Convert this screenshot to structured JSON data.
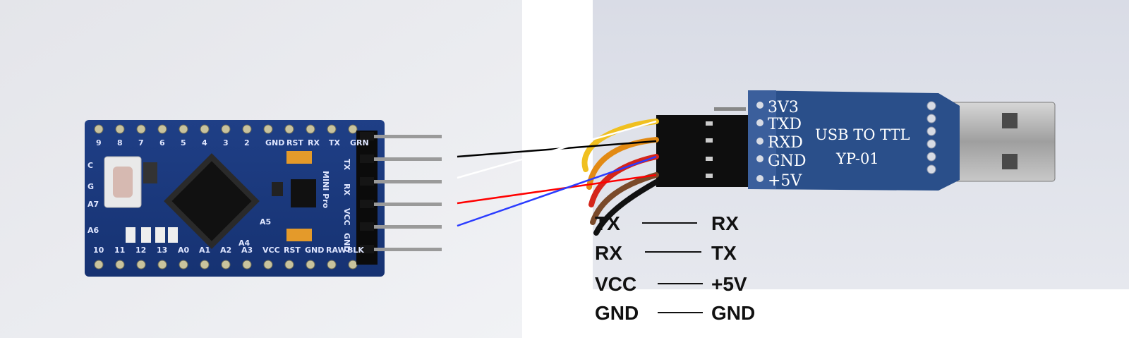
{
  "arduino": {
    "top_pins": [
      "9",
      "8",
      "7",
      "6",
      "5",
      "4",
      "3",
      "2",
      "GND",
      "RST",
      "RX",
      "TX",
      "GRN"
    ],
    "bottom_pins": [
      "10",
      "11",
      "12",
      "13",
      "A0",
      "A1",
      "A2",
      "A3",
      "VCC",
      "RST",
      "GND",
      "RAW",
      "BLK"
    ],
    "side_pins": [
      "TX",
      "RX",
      "VCC",
      "GND"
    ],
    "left_labels": [
      "C",
      "G",
      "A7",
      "A6"
    ],
    "inner_labels": [
      "A4",
      "A5"
    ],
    "board_name": "MINI Pro"
  },
  "usb_adapter": {
    "pins": [
      "3V3",
      "TXD",
      "RXD",
      "GND",
      "+5V"
    ],
    "title": "USB TO TTL",
    "model": "YP-01"
  },
  "wires": {
    "colors": [
      "#000000",
      "#ffffff",
      "#ff0000",
      "#2a3bff"
    ]
  },
  "mapping": [
    {
      "left": "TX",
      "right": "RX"
    },
    {
      "left": "RX",
      "right": "TX"
    },
    {
      "left": "VCC",
      "right": "+5V"
    },
    {
      "left": "GND",
      "right": "GND"
    }
  ]
}
